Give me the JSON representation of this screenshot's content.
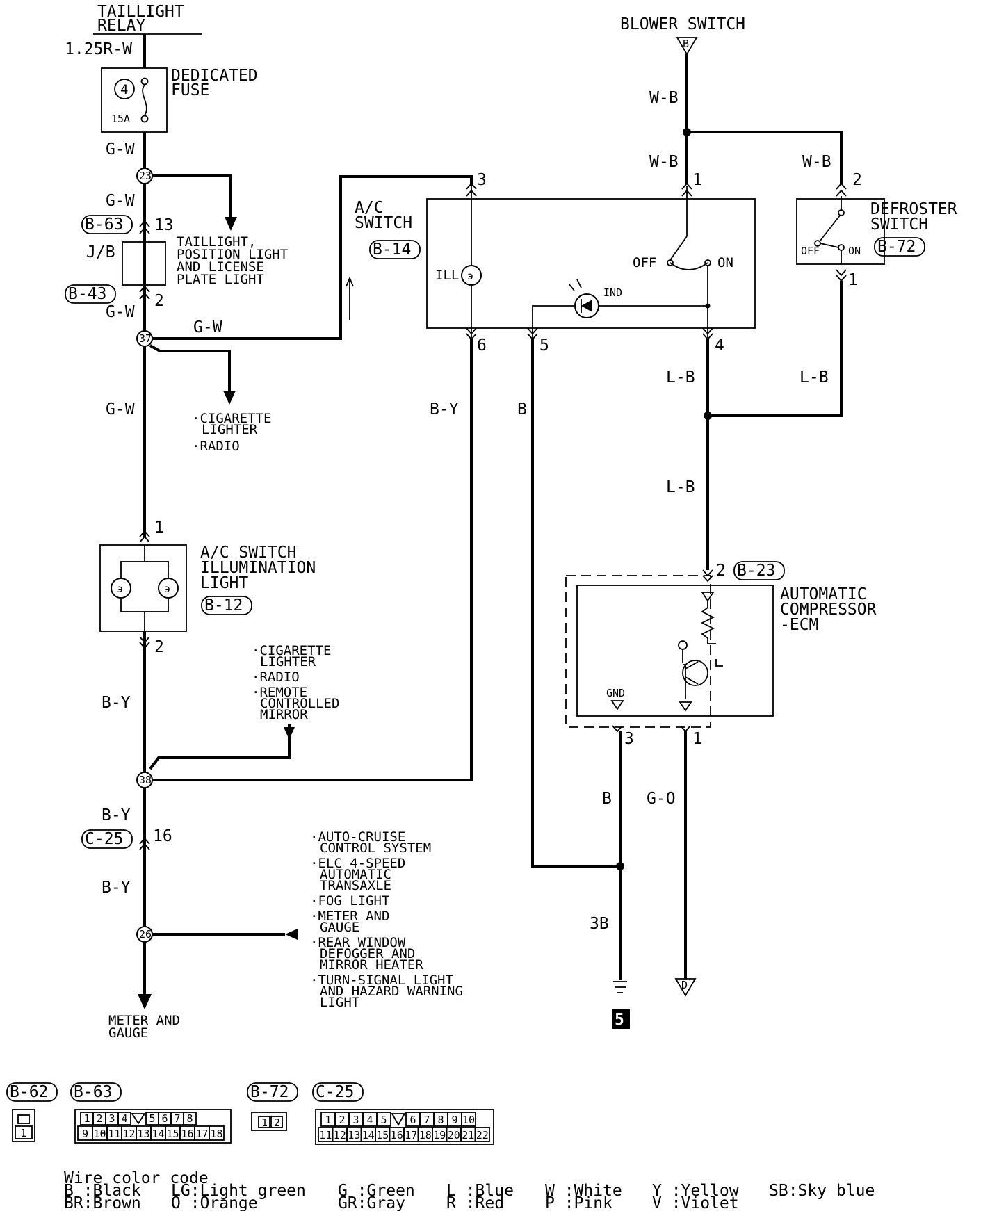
{
  "relay": {
    "line1": "TAILLIGHT",
    "line2": "RELAY"
  },
  "top_wire": "1.25R-W",
  "fuse": {
    "num": "4",
    "rating": "15A",
    "title1": "DEDICATED",
    "title2": "FUSE"
  },
  "wires": {
    "gw1": "G-W",
    "gw2": "G-W",
    "gw3": "G-W",
    "gw4": "G-W",
    "gw5": "G-W",
    "by1": "B-Y",
    "by2": "B-Y",
    "by3": "B-Y",
    "by4": "B-Y",
    "wb1": "W-B",
    "wb2": "W-B",
    "wb3": "W-B",
    "b1": "B",
    "b2": "B",
    "b3": "3B",
    "lb1": "L-B",
    "lb2": "L-B",
    "lb3": "L-B",
    "go": "G-O"
  },
  "junctions": {
    "j23": "23",
    "j37": "37",
    "j38": "38",
    "j26": "26"
  },
  "connectors": {
    "b63": "B-63",
    "b43": "B-43",
    "b14": "B-14",
    "b72": "B-72",
    "b12": "B-12",
    "c25": "C-25",
    "b23": "B-23",
    "b62": "B-62"
  },
  "pins": {
    "p13": "13",
    "p2a": "2",
    "p1a": "1",
    "p2b": "2",
    "p16": "16",
    "p3": "3",
    "p6": "6",
    "p5": "5",
    "p4": "4",
    "p1sw": "1",
    "p2df": "2",
    "p1df": "1",
    "p2ecm": "2",
    "p3ecm": "3",
    "p1ecm": "1"
  },
  "jb": "J/B",
  "taillight_note": [
    "TAILLIGHT,",
    "POSITION LIGHT",
    "AND LICENSE",
    "PLATE LIGHT"
  ],
  "to_list1": [
    "·CIGARETTE",
    "LIGHTER",
    "·RADIO"
  ],
  "to_list2": [
    "·CIGARETTE",
    "LIGHTER",
    "·RADIO",
    "·REMOTE",
    "CONTROLLED",
    "MIRROR"
  ],
  "to_list3": [
    "·AUTO-CRUISE",
    "CONTROL SYSTEM",
    "·ELC 4-SPEED",
    "AUTOMATIC",
    "TRANSAXLE",
    "·FOG LIGHT",
    "·METER AND",
    "GAUGE",
    "·REAR WINDOW",
    "DEFOGGER AND",
    "MIRROR HEATER",
    "·TURN-SIGNAL LIGHT",
    "AND HAZARD WARNING",
    "LIGHT"
  ],
  "meter": [
    "METER AND",
    "GAUGE"
  ],
  "blower": {
    "title": "BLOWER SWITCH",
    "conn": "B"
  },
  "ac_switch": {
    "title1": "A/C",
    "title2": "SWITCH",
    "ill": "ILL",
    "off": "OFF",
    "on": "ON",
    "ind": "IND"
  },
  "defroster": {
    "title1": "DEFROSTER",
    "title2": "SWITCH",
    "off": "OFF",
    "on": "ON"
  },
  "illum": {
    "line1": "A/C SWITCH",
    "line2": "ILLUMINATION",
    "line3": "LIGHT"
  },
  "ecm": {
    "line1": "AUTOMATIC",
    "line2": "COMPRESSOR",
    "line3": "-ECM",
    "gnd": "GND"
  },
  "ground_num": "5",
  "d_conn": "D",
  "connector_faces": {
    "b62": [
      "1"
    ],
    "b63_top": [
      "1",
      "2",
      "3",
      "4",
      "5",
      "6",
      "7",
      "8"
    ],
    "b63_bot": [
      "9",
      "10",
      "11",
      "12",
      "13",
      "14",
      "15",
      "16",
      "17",
      "18"
    ],
    "b72": [
      "1",
      "2"
    ],
    "c25_top": [
      "1",
      "2",
      "3",
      "4",
      "5",
      "6",
      "7",
      "8",
      "9",
      "10"
    ],
    "c25_bot": [
      "11",
      "12",
      "13",
      "14",
      "15",
      "16",
      "17",
      "18",
      "19",
      "20",
      "21",
      "22"
    ]
  },
  "legend": {
    "title": "Wire color code",
    "col1a": "B :Black",
    "col1b": "BR:Brown",
    "col2a": "LG:Light green",
    "col2b": "O :Orange",
    "col3a": "G :Green",
    "col3b": "GR:Gray",
    "col4a": "L :Blue",
    "col4b": "R :Red",
    "col5a": "W :White",
    "col5b": "P :Pink",
    "col6a": "Y :Yellow",
    "col6b": "V :Violet",
    "col7a": "SB:Sky blue"
  }
}
